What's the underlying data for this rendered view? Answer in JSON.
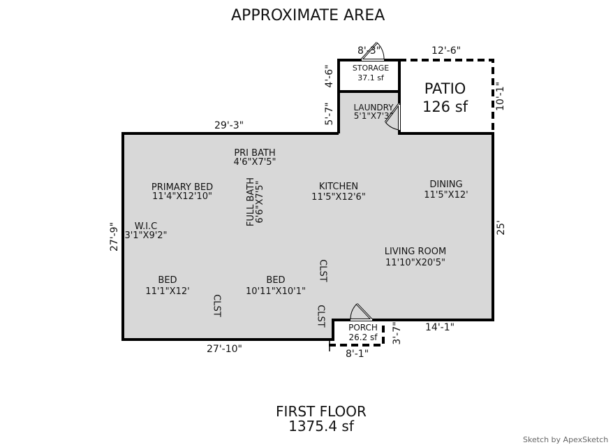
{
  "title": "APPROXIMATE AREA",
  "floor": {
    "name": "FIRST FLOOR",
    "area": "1375.4 sf"
  },
  "credit": "Sketch by ApexSketch",
  "colors": {
    "fill": "#d8d8d8",
    "wall": "#000000",
    "background": "#ffffff",
    "credit": "#666666"
  },
  "rooms": {
    "storage": {
      "name": "STORAGE",
      "size": "37.1 sf"
    },
    "patio": {
      "name": "PATIO",
      "size": "126 sf"
    },
    "laundry": {
      "name": "LAUNDRY",
      "size": "5'1\"X7'3\""
    },
    "pri_bath": {
      "name": "PRI BATH",
      "size": "4'6\"X7'5\""
    },
    "full_bath": {
      "name": "FULL BATH",
      "size": "6'6\"X7'5\""
    },
    "primary_bed": {
      "name": "PRIMARY BED",
      "size": "11'4\"X12'10\""
    },
    "wic": {
      "name": "W.I.C",
      "size": "3'1\"X9'2\""
    },
    "kitchen": {
      "name": "KITCHEN",
      "size": "11'5\"X12'6\""
    },
    "dining": {
      "name": "DINING",
      "size": "11'5\"X12'"
    },
    "living": {
      "name": "LIVING ROOM",
      "size": "11'10\"X20'5\""
    },
    "bed1": {
      "name": "BED",
      "size": "11'1\"X12'"
    },
    "bed2": {
      "name": "BED",
      "size": "10'11\"X10'1\""
    },
    "clst1": {
      "name": "CLST"
    },
    "clst2": {
      "name": "CLST"
    },
    "clst3": {
      "name": "CLST"
    },
    "porch": {
      "name": "PORCH",
      "size": "26.2 sf"
    }
  },
  "dimensions": {
    "top_main": "29'-3\"",
    "top_storage": "8'-3\"",
    "top_patio": "12'-6\"",
    "left_storage": "4'-6\"",
    "left_laundry": "5'-7\"",
    "right_patio": "10'-1\"",
    "left_main": "27'-9\"",
    "right_main": "25'",
    "bottom_main": "27'-10\"",
    "bottom_right": "14'-1\"",
    "porch_bottom": "8'-1\"",
    "porch_side": "3'-7\""
  }
}
